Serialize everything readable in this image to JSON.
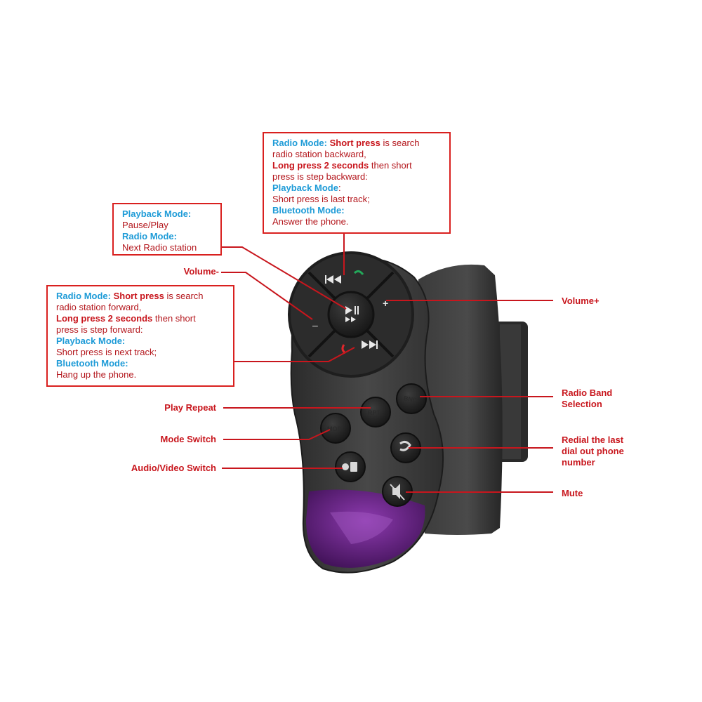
{
  "colors": {
    "accent_red": "#c8161d",
    "mode_blue": "#1e9bd7",
    "remote_body": "#3b3b3b",
    "lens_purple": "#6a1f86"
  },
  "boxes": {
    "top": {
      "l1_mode": "Radio Mode:",
      "l1_emph": "Short press",
      "l1_txt": " is search",
      "l2_txt": "radio station backward,",
      "l3_emph": "Long press 2 seconds",
      "l3_txt": " then short",
      "l4_txt": "press is step backward:",
      "l5_mode": "Playback Mode",
      "l5_txt": ":",
      "l6_txt": "Short press is last track;",
      "l7_mode": "Bluetooth Mode:",
      "l8_txt": "Answer the phone."
    },
    "play": {
      "l1_mode": "Playback Mode:",
      "l2_txt": "Pause/Play",
      "l3_mode": "Radio Mode:",
      "l4_txt": "Next Radio station"
    },
    "left": {
      "l1_mode": "Radio Mode:",
      "l1_emph": "Short press",
      "l1_txt": " is search",
      "l2_txt": "radio station forward,",
      "l3_emph": "Long press 2 seconds",
      "l3_txt": " then short",
      "l4_txt": "press is step forward:",
      "l5_mode": "Playback Mode:",
      "l6_txt": "Short press is next track;",
      "l7_mode": "Bluetooth Mode:",
      "l8_txt": "Hang up the phone."
    }
  },
  "labels": {
    "volume_minus": "Volume-",
    "volume_plus": "Volume+",
    "play_repeat": "Play Repeat",
    "mode_switch": "Mode Switch",
    "av_switch": "Audio/Video Switch",
    "radio_band_l1": "Radio Band",
    "radio_band_l2": "Selection",
    "redial_l1": "Redial the last",
    "redial_l2": "dial out phone",
    "redial_l3": "number",
    "mute": "Mute"
  },
  "buttons": {
    "rpt": "RPT",
    "bnd": "BND",
    "mod": "MOD",
    "minus": "–",
    "plus": "+"
  },
  "icons": {
    "prev": "previous-track-icon",
    "next": "next-track-icon",
    "play": "play-pause-icon",
    "redial": "phone-redial-icon",
    "mute": "mute-icon",
    "av": "audio-video-icon"
  }
}
